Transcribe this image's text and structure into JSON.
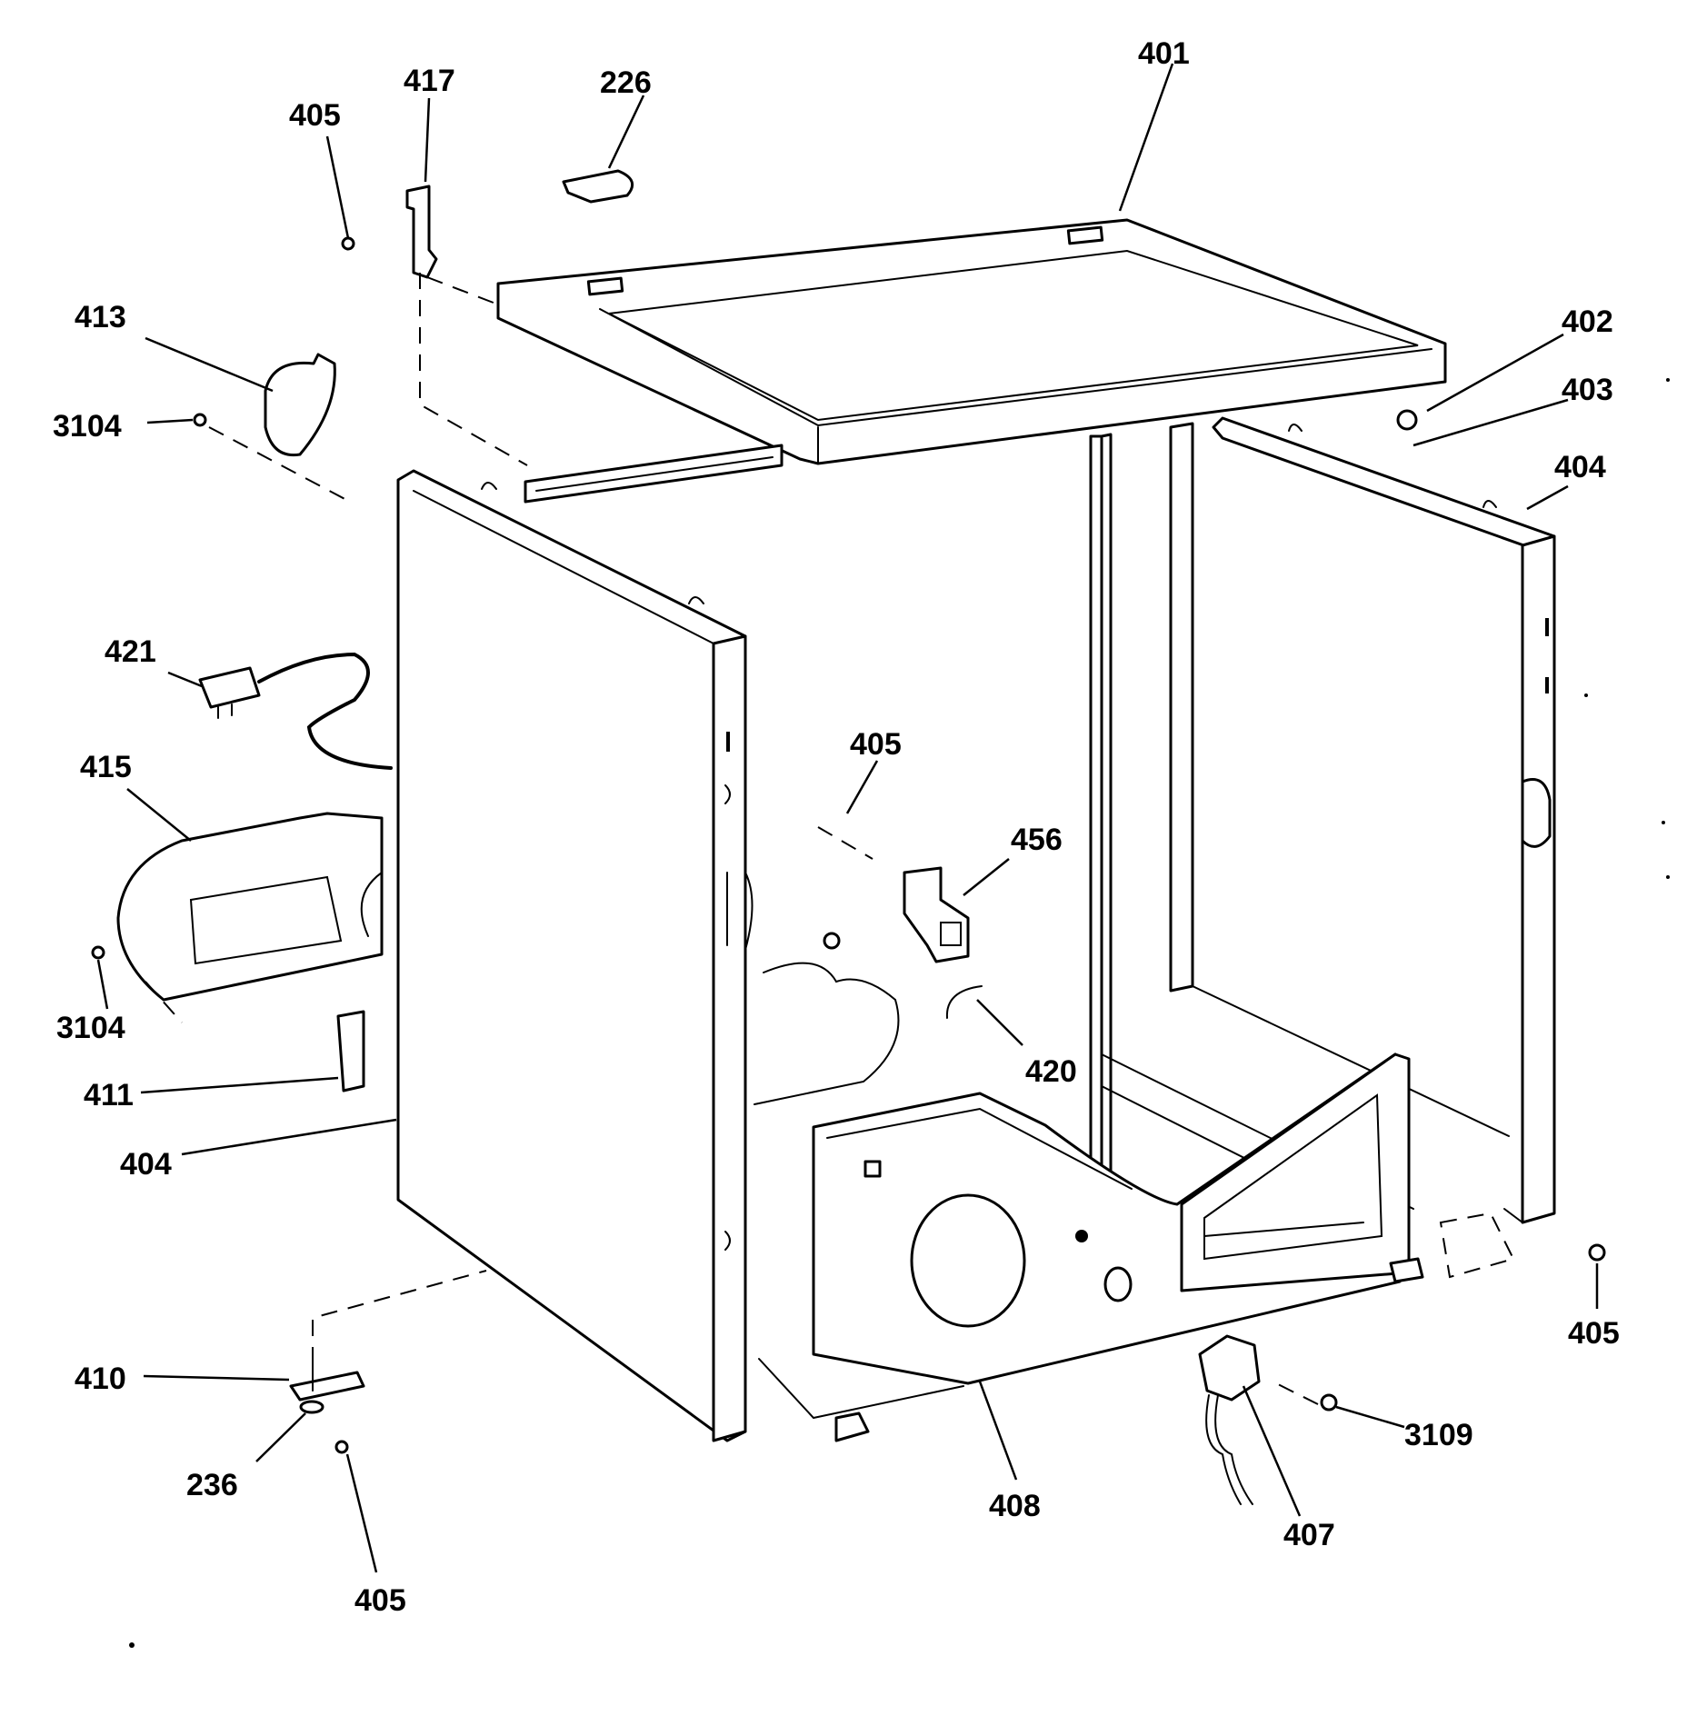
{
  "diagram": {
    "part_callouts": [
      {
        "id": "c401",
        "label": "401"
      },
      {
        "id": "c417",
        "label": "417"
      },
      {
        "id": "c226",
        "label": "226"
      },
      {
        "id": "c405a",
        "label": "405"
      },
      {
        "id": "c413",
        "label": "413"
      },
      {
        "id": "c3104a",
        "label": "3104"
      },
      {
        "id": "c402",
        "label": "402"
      },
      {
        "id": "c403",
        "label": "403"
      },
      {
        "id": "c404a",
        "label": "404"
      },
      {
        "id": "c421",
        "label": "421"
      },
      {
        "id": "c415",
        "label": "415"
      },
      {
        "id": "c405b",
        "label": "405"
      },
      {
        "id": "c456",
        "label": "456"
      },
      {
        "id": "c3104b",
        "label": "3104"
      },
      {
        "id": "c420",
        "label": "420"
      },
      {
        "id": "c411",
        "label": "411"
      },
      {
        "id": "c404b",
        "label": "404"
      },
      {
        "id": "c405c",
        "label": "405"
      },
      {
        "id": "c410",
        "label": "410"
      },
      {
        "id": "c3109",
        "label": "3109"
      },
      {
        "id": "c236",
        "label": "236"
      },
      {
        "id": "c408",
        "label": "408"
      },
      {
        "id": "c407",
        "label": "407"
      },
      {
        "id": "c405d",
        "label": "405"
      }
    ]
  }
}
